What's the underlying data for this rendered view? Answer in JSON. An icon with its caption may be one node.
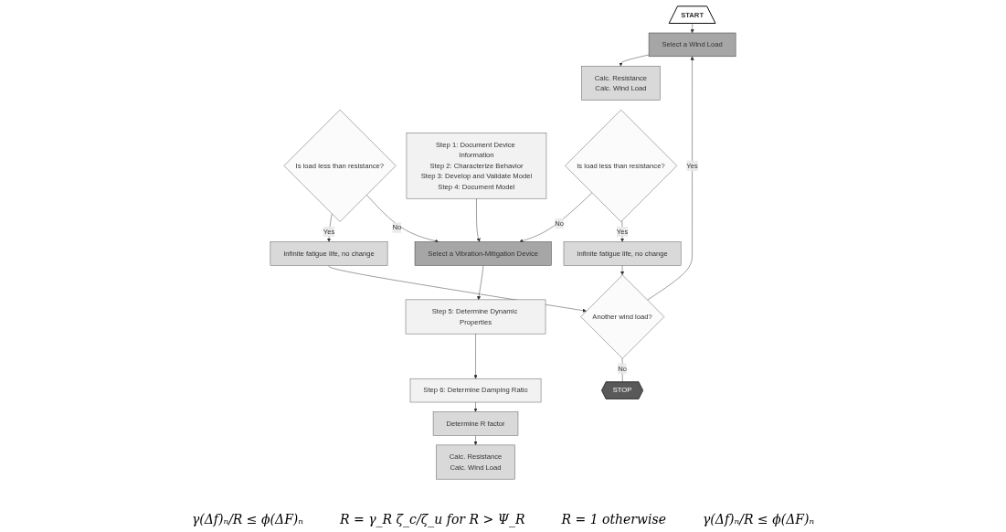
{
  "diagram": {
    "nodes": [
      {
        "text": [
          "START"
        ]
      },
      {
        "text": [
          "Select a Wind Load"
        ]
      },
      {
        "text": [
          "Step 1: Document Device Information",
          "Step 2: Characterize Behavior",
          "Step 3: Develop and Validate Model",
          "Step 4: Document Model"
        ]
      },
      {
        "text": [
          "Calc. Resistance",
          "Calc. Wind Load"
        ]
      },
      {
        "text": [
          "Is load less than resistance?"
        ]
      },
      {
        "text": [
          "Another wind load?"
        ]
      },
      {
        "text": [
          "STOP"
        ]
      },
      {
        "text": [
          "Select a Vibration-Mitigation Device"
        ]
      },
      {
        "text": [
          "Infinite fatigue life, no change"
        ]
      },
      {
        "text": [
          "Step 5: Determine Dynamic Properties"
        ]
      },
      {
        "text": [
          "Step 6: Determine Damping Ratio"
        ]
      },
      {
        "text": [
          "Determine R factor"
        ]
      },
      {
        "text": [
          "Calc. Resistance",
          "Calc. Wind Load"
        ]
      },
      {
        "text": [
          "Is load less than resistance?"
        ]
      },
      {
        "text": [
          "Infinite fatigue life, no change"
        ]
      }
    ],
    "edges": [
      {
        "from": 0,
        "to": 1,
        "arrow": "to"
      },
      {
        "from": 1,
        "to": 3,
        "arrow": "to"
      },
      {
        "from": 4,
        "to": 7,
        "arrow": "to",
        "label": "No"
      },
      {
        "from": 4,
        "to": 8,
        "arrow": "to",
        "label": "Yes"
      },
      {
        "from": 8,
        "to": 5,
        "arrow": "to"
      },
      {
        "from": 5,
        "to": 1,
        "arrow": "to",
        "label": "Yes"
      },
      {
        "from": 5,
        "to": 6,
        "arrow": "none",
        "label": "No"
      },
      {
        "from": 2,
        "to": 7,
        "arrow": "to"
      },
      {
        "from": 7,
        "to": 9,
        "arrow": "to"
      },
      {
        "from": 9,
        "to": 10,
        "arrow": "to"
      },
      {
        "from": 10,
        "to": 11,
        "arrow": "to"
      },
      {
        "from": 11,
        "to": 12,
        "arrow": "to"
      },
      {
        "from": 13,
        "to": 14,
        "arrow": "to",
        "label": "Yes"
      },
      {
        "from": 13,
        "to": 7,
        "arrow": "to",
        "label": "No"
      },
      {
        "from": 14,
        "to": 5,
        "arrow": "to"
      }
    ],
    "labels": [
      "γ(Δf)ₙ/R ≤ ϕ(ΔF)ₙ",
      "R = γ_R ζ_c/ζ_u for R > Ψ_R",
      "R = 1 otherwise",
      "γ(Δf)ₙ/R ≤ ϕ(ΔF)ₙ"
    ]
  }
}
